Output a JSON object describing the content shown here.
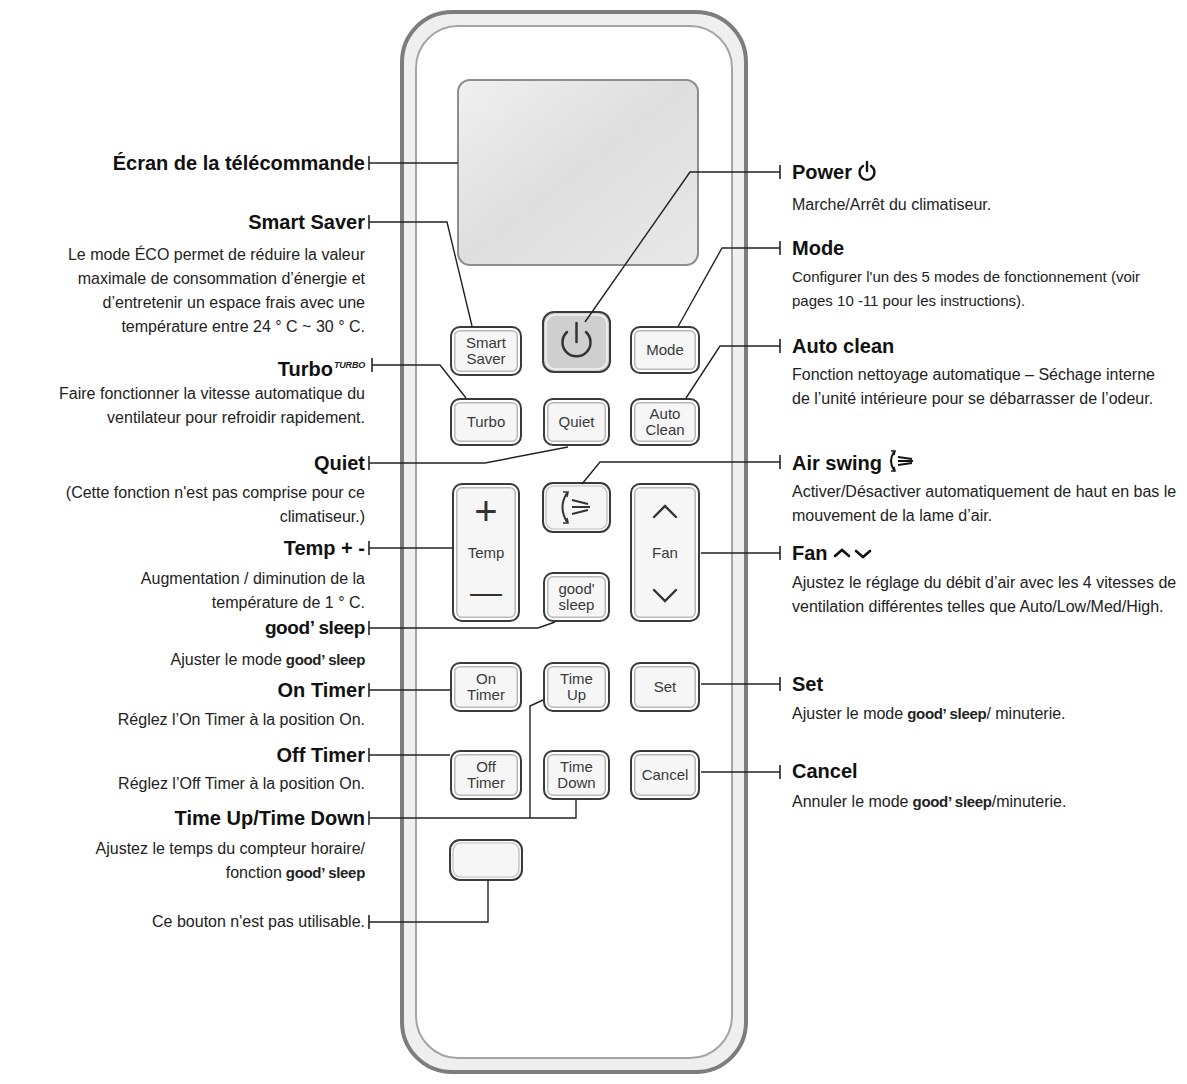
{
  "diagram": {
    "nodes": [
      {
        "text": [
          "Smart Saver"
        ]
      },
      {
        "text": [
          "Mode"
        ]
      },
      {
        "text": [
          "Turbo"
        ]
      },
      {
        "text": [
          "Quiet"
        ]
      },
      {
        "text": [
          "Auto Clean"
        ]
      },
      {
        "text": [
          "+",
          "Temp",
          "—"
        ]
      },
      {
        "text": [
          "Fan"
        ]
      },
      {
        "text": [
          "good' sleep"
        ]
      },
      {
        "text": [
          "On Timer"
        ]
      },
      {
        "text": [
          "Time Up"
        ]
      },
      {
        "text": [
          "Set"
        ]
      },
      {
        "text": [
          "Off Timer"
        ]
      },
      {
        "text": [
          "Time Down"
        ]
      },
      {
        "text": [
          "Cancel"
        ]
      }
    ],
    "labels": [
      "Écran de la télécommande",
      "Smart Saver",
      "Le mode ÉCO permet de réduire la valeur maximale de consommation d’énergie et d’entretenir un espace frais avec une température entre 24 ° C ~ 30 ° C.",
      "Turbo",
      "TURBO",
      "Faire fonctionner la vitesse automatique du ventilateur pour refroidir rapidement.",
      "Quiet",
      "(Cette fonction n'est pas comprise pour ce climatiseur.)",
      "Temp + -",
      "Augmentation / diminution de la température de 1 ° C.",
      "good’ sleep",
      "Ajuster le mode",
      "good’ sleep",
      "On Timer",
      "Réglez l’On Timer à la position On.",
      "Off Timer",
      "Réglez l’Off Timer à la position On.",
      "Time Up/Time Down",
      "Ajustez le temps du compteur horaire/ fonction",
      "good’ sleep",
      "Ce bouton n'est pas utilisable.",
      "Power",
      "Marche/Arrêt du climatiseur.",
      "Mode",
      "Configurer l'un des 5 modes de fonctionnement (voir pages 10 -11 pour les instructions).",
      "Auto clean",
      "Fonction nettoyage automatique – Séchage interne de l’unité intérieure pour se débarrasser de l’odeur.",
      "Air swing",
      "Activer/Désactiver automatiquement de haut en bas le mouvement de la lame d’air.",
      "Fan",
      "Ajustez le réglage du débit d’air avec les 4 vitesses de ventilation différentes telles que Auto/Low/Med/High.",
      "Set",
      "Ajuster le mode",
      "good’ sleep",
      "/ minuterie.",
      "Cancel",
      "Annuler le mode",
      "good’ sleep",
      "/minuterie."
    ]
  }
}
